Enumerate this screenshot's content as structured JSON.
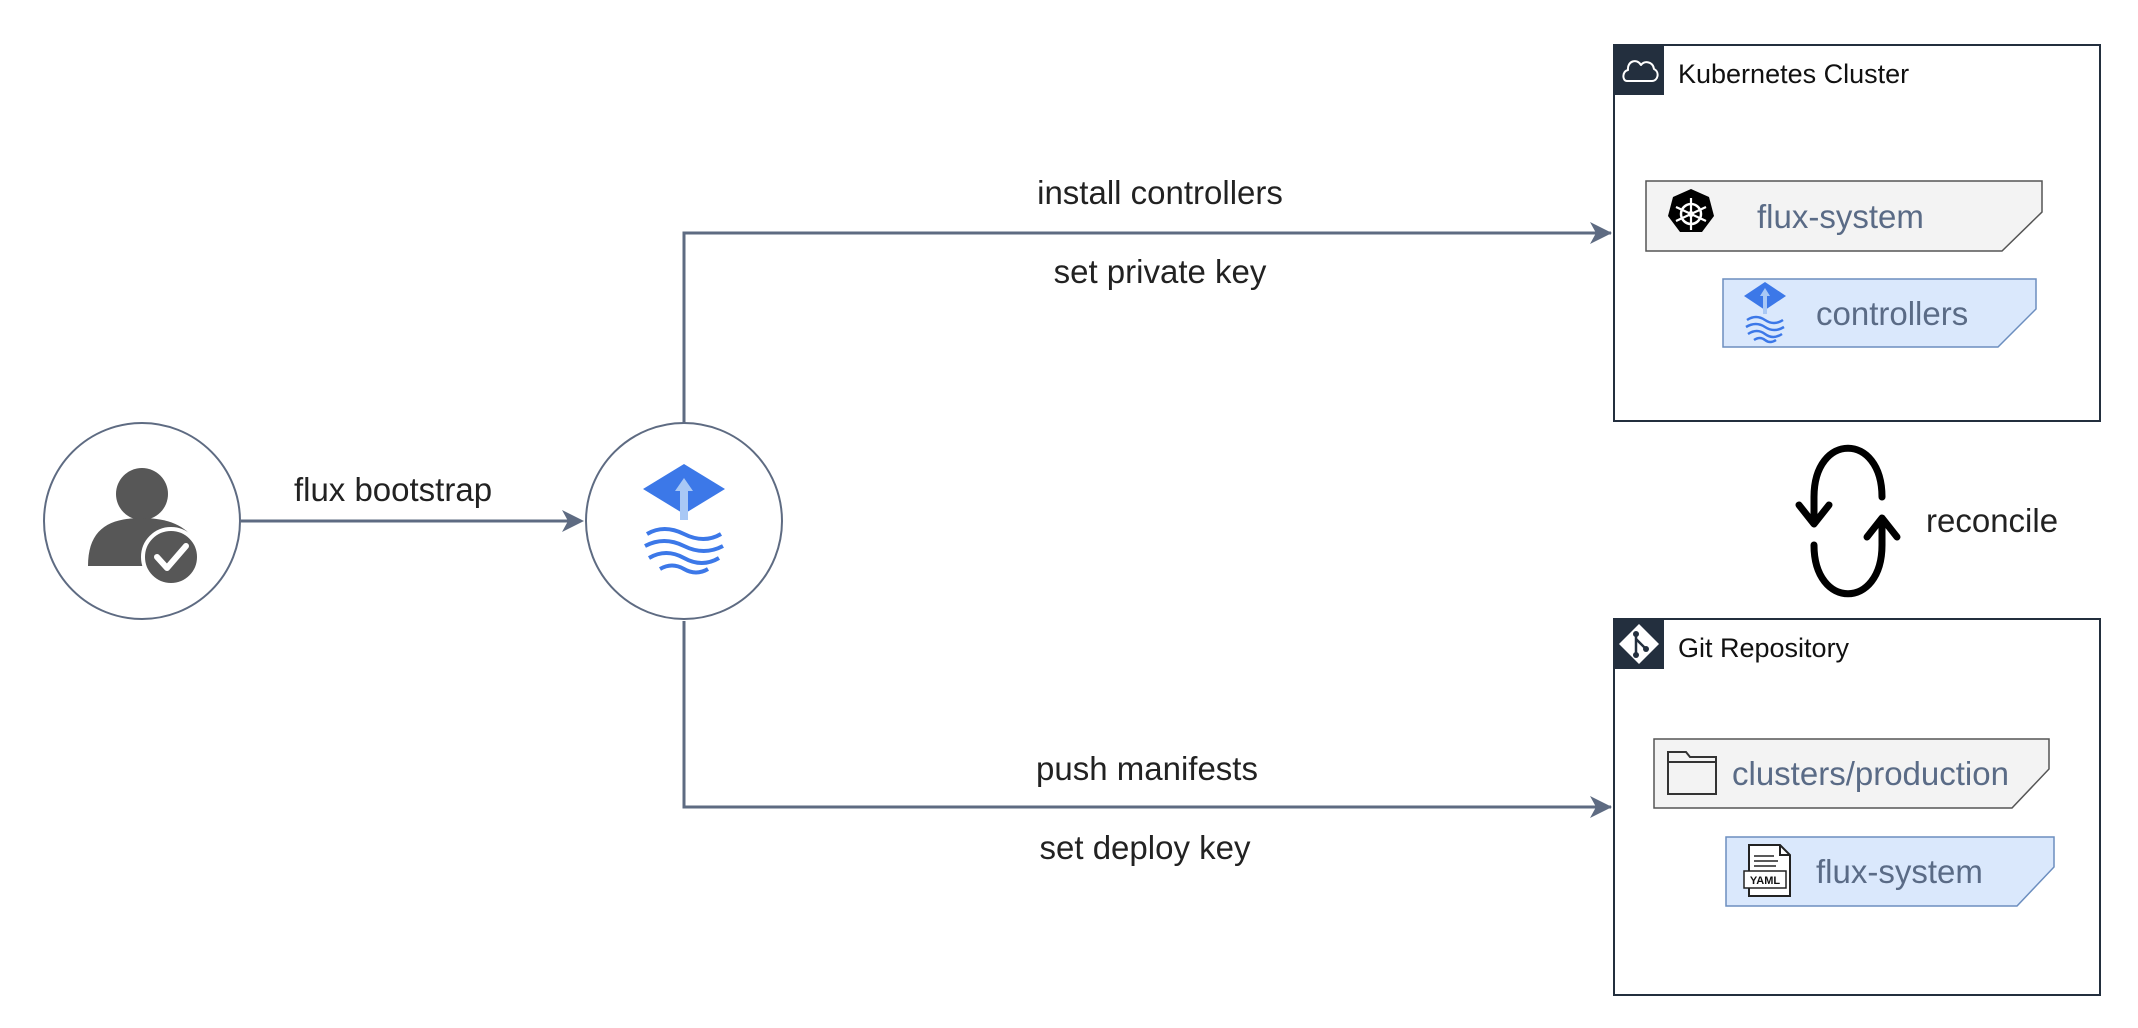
{
  "edges": {
    "bootstrap": "flux bootstrap",
    "install": "install controllers",
    "private_key": "set private key",
    "push": "push manifests",
    "deploy_key": "set deploy key"
  },
  "cluster": {
    "title": "Kubernetes Cluster",
    "namespace": "flux-system",
    "controllers": "controllers"
  },
  "reconcile": "reconcile",
  "repo": {
    "title": "Git Repository",
    "folder": "clusters/production",
    "manifest": "flux-system",
    "manifest_icon_text": "YAML"
  },
  "colors": {
    "arrow": "#5e6b82",
    "flux_blue": "#3c78e8",
    "header_dark": "#232f3e",
    "tag_gray": "#f3f3f3",
    "tag_blue": "#dae8fc",
    "tag_blue_border": "#6c8ebf"
  }
}
